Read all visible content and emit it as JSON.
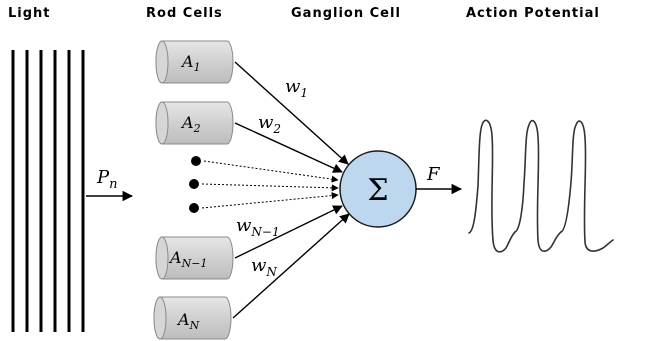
{
  "headings": {
    "light": "Light",
    "rod_cells": "Rod Cells",
    "ganglion_cell": "Ganglion Cell",
    "action_potential": "Action Potential"
  },
  "light_input": {
    "base": "P",
    "sub": "n"
  },
  "rod_cells": [
    {
      "base": "A",
      "sub": "1"
    },
    {
      "base": "A",
      "sub": "2"
    },
    {
      "base": "A",
      "sub": "N−1"
    },
    {
      "base": "A",
      "sub": "N"
    }
  ],
  "weights": [
    {
      "base": "w",
      "sub": "1"
    },
    {
      "base": "w",
      "sub": "2"
    },
    {
      "base": "w",
      "sub": "N−1"
    },
    {
      "base": "w",
      "sub": "N"
    }
  ],
  "ganglion_symbol": "Σ",
  "output_label": "F",
  "colors": {
    "rod_fill": "#d2d2d2",
    "rod_stroke": "#8a8a8a",
    "ganglion_fill": "#bcd7ee",
    "ganglion_stroke": "#1a1a1a",
    "line": "#000000"
  }
}
